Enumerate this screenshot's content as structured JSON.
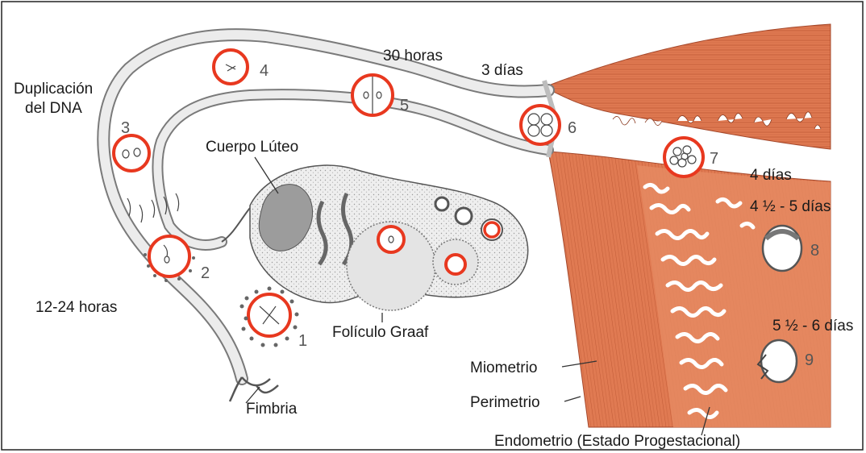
{
  "labels": {
    "duplicacion_line1": "Duplicación",
    "duplicacion_line2": "del DNA",
    "treinta_horas": "30 horas",
    "tres_dias": "3 días",
    "cuerpo_luteo": "Cuerpo Lúteo",
    "doce_24_horas": "12-24 horas",
    "foliculo_graaf": "Folículo Graaf",
    "fimbria": "Fimbria",
    "cuatro_dias": "4 días",
    "cuatro_medio_cinco_dias": "4 ½ - 5 días",
    "cinco_medio_seis_dias": "5 ½ - 6 días",
    "miometrio": "Miometrio",
    "perimetrio": "Perimetrio",
    "endometrio": "Endometrio (Estado Progestacional)"
  },
  "stages": [
    "1",
    "2",
    "3",
    "4",
    "5",
    "6",
    "7",
    "8",
    "9"
  ],
  "colors": {
    "muscle": "#e07a52",
    "muscle_dark": "#b8532f",
    "ring": "#e8381f",
    "tube_fill": "#ececec",
    "tube_stroke": "#7a7a7a",
    "ovary_fill": "#e9e9e9"
  }
}
